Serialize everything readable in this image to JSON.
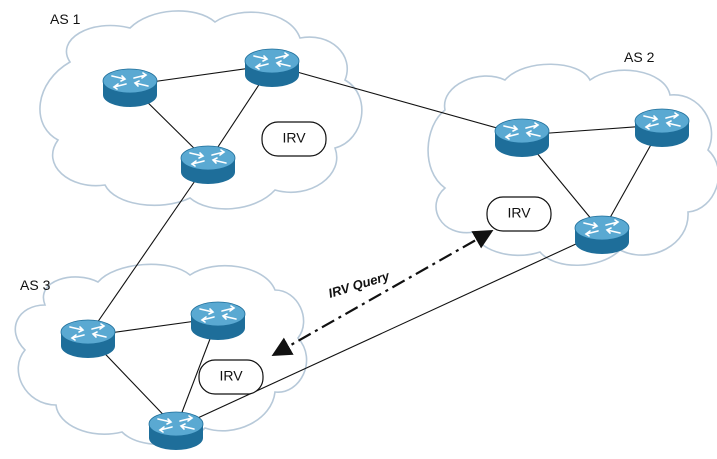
{
  "diagram": {
    "autonomous_systems": [
      {
        "id": "as1",
        "label": "AS 1",
        "irv_label": "IRV"
      },
      {
        "id": "as2",
        "label": "AS 2",
        "irv_label": "IRV"
      },
      {
        "id": "as3",
        "label": "AS 3",
        "irv_label": "IRV"
      }
    ],
    "query_label": "IRV Query",
    "routers": [
      {
        "id": "as1-r1",
        "as": "as1"
      },
      {
        "id": "as1-r2",
        "as": "as1"
      },
      {
        "id": "as1-r3",
        "as": "as1"
      },
      {
        "id": "as2-r1",
        "as": "as2"
      },
      {
        "id": "as2-r2",
        "as": "as2"
      },
      {
        "id": "as2-r3",
        "as": "as2"
      },
      {
        "id": "as3-r1",
        "as": "as3"
      },
      {
        "id": "as3-r2",
        "as": "as3"
      },
      {
        "id": "as3-r3",
        "as": "as3"
      }
    ],
    "links": [
      [
        "as1-r1",
        "as1-r2"
      ],
      [
        "as1-r1",
        "as1-r3"
      ],
      [
        "as1-r2",
        "as1-r3"
      ],
      [
        "as1-r2",
        "as2-r1"
      ],
      [
        "as1-r3",
        "as3-r1"
      ],
      [
        "as2-r1",
        "as2-r2"
      ],
      [
        "as2-r1",
        "as2-r3"
      ],
      [
        "as2-r2",
        "as2-r3"
      ],
      [
        "as2-r3",
        "as3-r3"
      ],
      [
        "as3-r1",
        "as3-r2"
      ],
      [
        "as3-r1",
        "as3-r3"
      ],
      [
        "as3-r2",
        "as3-r3"
      ]
    ],
    "colors": {
      "router_top": "#5aa9d2",
      "router_side": "#1e6e9a",
      "cloud_outline": "#b7c9d9",
      "link": "#111111"
    },
    "icons": [
      "router-icon",
      "cloud-shape",
      "irv-server-box",
      "dash-dot-arrow"
    ]
  }
}
